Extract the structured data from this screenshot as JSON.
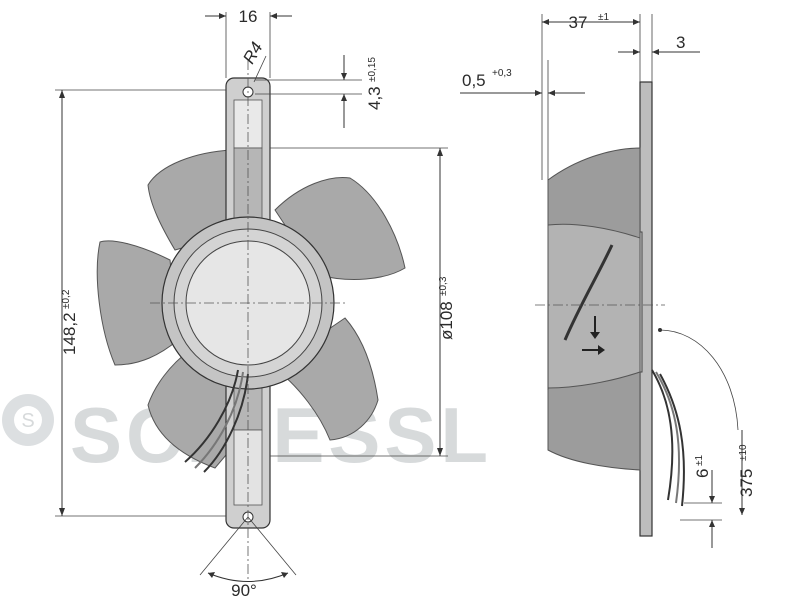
{
  "front_view": {
    "dim_width_top": "16",
    "dim_radius": "R4",
    "dim_hole_offset": "4,3",
    "dim_hole_offset_tol": "±0,15",
    "dim_height": "148,2",
    "dim_height_tol": "±0,2",
    "dim_diameter": "ø108",
    "dim_diameter_tol": "±0,3",
    "dim_angle": "90°"
  },
  "side_view": {
    "dim_depth": "37",
    "dim_depth_tol": "±1",
    "dim_flange": "3",
    "dim_gap": "0,5",
    "dim_gap_tol": "+0,3",
    "dim_wire_offset": "6",
    "dim_wire_offset_tol": "±1",
    "dim_wire_length": "375",
    "dim_wire_length_tol": "±10"
  },
  "watermark": {
    "logo_text": "S",
    "text": "SCHIESSL"
  },
  "colors": {
    "blade_fill": "#a9a9a9",
    "line": "#333333",
    "watermark": "#d3d6d8"
  }
}
